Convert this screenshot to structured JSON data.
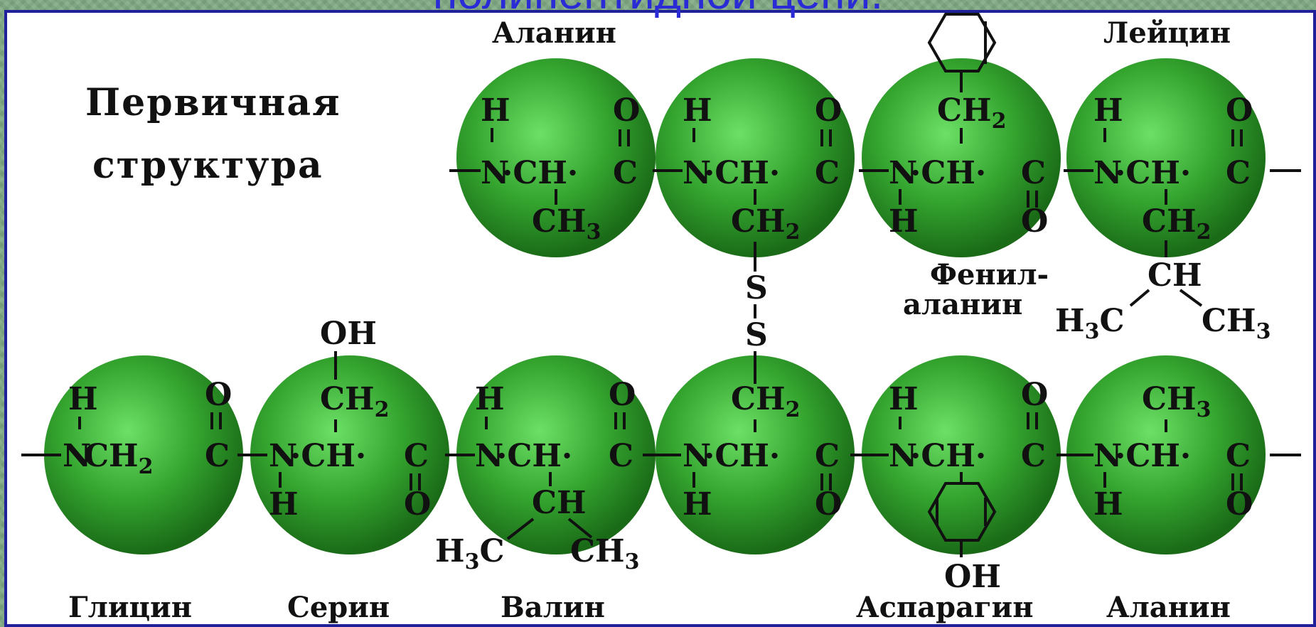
{
  "title": "полипептидной цепи.",
  "heading_line1": "Первичная",
  "heading_line2": "структура",
  "atoms": {
    "H": "H",
    "N": "N",
    "C": "C",
    "O": "O",
    "CH": "CH",
    "S": "S",
    "OH": "OH",
    "CH2": "CH",
    "CH3": "CH",
    "H3C_H": "H",
    "H3C_C": "C",
    "sub2": "2",
    "sub3": "3",
    "dash_ch_dash": "·CH·"
  },
  "top_chain": [
    {
      "name": "Аланин",
      "side": "CH₃"
    },
    {
      "name": "",
      "side": "CH₂"
    },
    {
      "name": "Фенил-",
      "name2": "аланин",
      "side": "CH₂"
    },
    {
      "name": "Лейцин",
      "side": "CH₂"
    }
  ],
  "bottom_chain": [
    {
      "name": "Глицин"
    },
    {
      "name": "Серин"
    },
    {
      "name": "Валин"
    },
    {
      "name": ""
    },
    {
      "name": "Аспарагин"
    },
    {
      "name": "Аланин"
    }
  ],
  "colors": {
    "frame": "#20209a",
    "title": "#2a2ad6",
    "sphere_light": "#5fd85a",
    "sphere_mid": "#2f9e2a",
    "sphere_dark": "#1b6d18"
  }
}
